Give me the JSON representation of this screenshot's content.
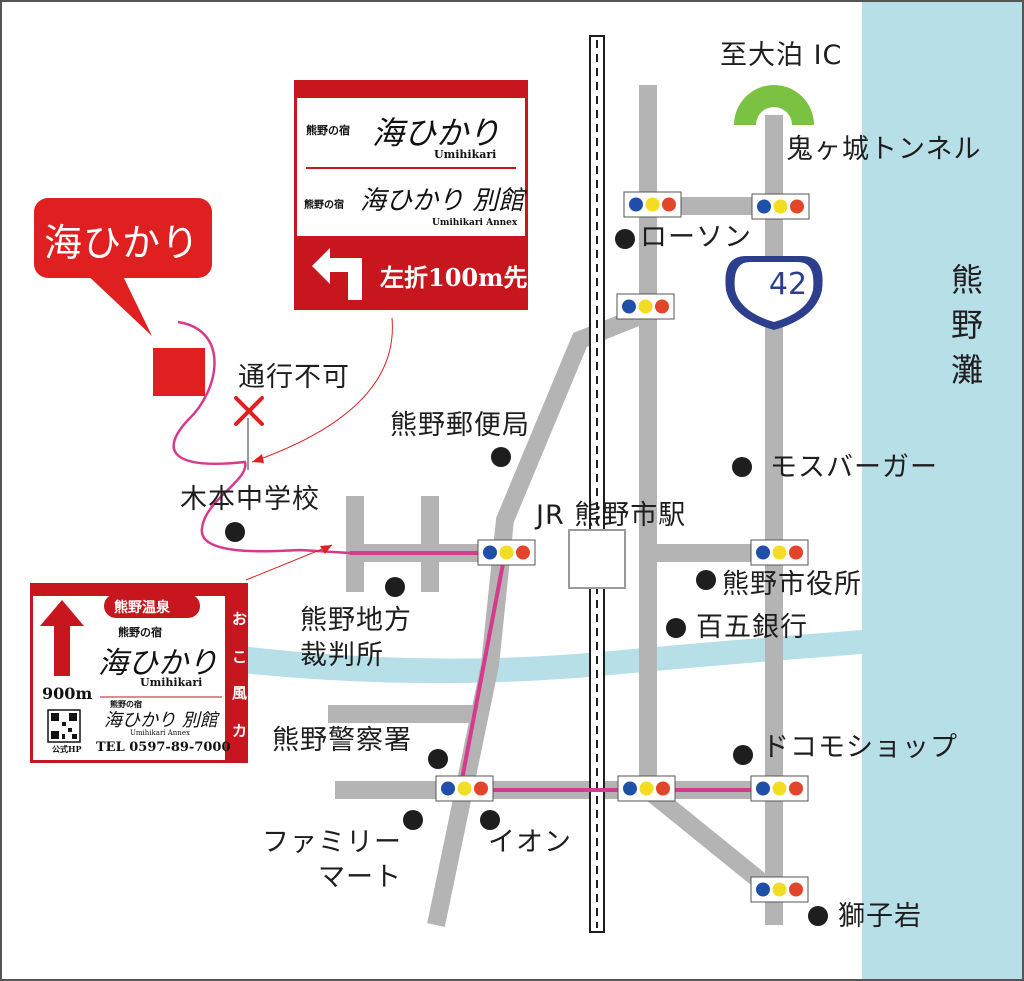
{
  "hotel_callout": {
    "label": "海ひかり"
  },
  "ic_label": "至大泊 IC",
  "tunnel_label": "鬼ヶ城トンネル",
  "route_sign": {
    "number": "42"
  },
  "sea_label": [
    "熊",
    "野",
    "灘"
  ],
  "no_entry_label": "通行不可",
  "station_label": "JR 熊野市駅",
  "places": {
    "lawson": "ローソン",
    "post_office": "熊野郵便局",
    "mos_burger": "モスバーガー",
    "junior_high": "木本中学校",
    "city_hall": "熊野市役所",
    "hyakugo_bank": "百五銀行",
    "court_line1": "熊野地方",
    "court_line2": "裁判所",
    "police": "熊野警察署",
    "docomo": "ドコモショップ",
    "family_mart_line1": "ファミリー",
    "family_mart_line2": "マート",
    "aeon": "イオン",
    "shishiiwa": "獅子岩"
  },
  "sign_left_turn": {
    "prefix1": "熊野の宿",
    "name1": "海ひかり",
    "roman1": "Umihikari",
    "prefix2": "熊野の宿",
    "name2": "海ひかり 別館",
    "roman2": "Umihikari Annex",
    "direction": "左折100m先"
  },
  "sign_straight": {
    "badge": "熊野温泉",
    "prefix1": "熊野の宿",
    "name1": "海ひかり",
    "roman1": "Umihikari",
    "distance": "900m",
    "prefix2": "熊野の宿",
    "name2": "海ひかり 別館",
    "roman2": "Umihikari Annex",
    "qr_caption": "公式HP",
    "tel": "TEL 0597-89-7000",
    "side_chars": [
      "お",
      "こ",
      "風",
      "カ"
    ]
  },
  "colors": {
    "sea": "#b7dfe8",
    "river": "#b7dfe8",
    "road": "#b4b4b4",
    "route": "#d63a8c",
    "sign_red": "#c8161e",
    "callout_red": "#e02020",
    "hotel_marker": "#e02020",
    "ic_green": "#7cc242",
    "route_blue": "#2d3f8c",
    "light_blue": "#1f4fa8",
    "light_yellow": "#f2dd22",
    "light_red": "#e2452a"
  }
}
